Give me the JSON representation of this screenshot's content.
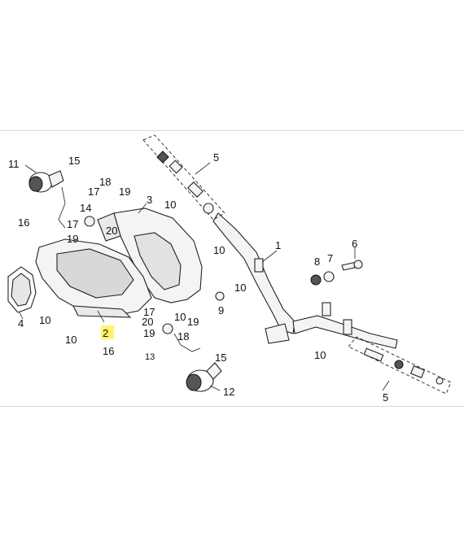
{
  "callouts": {
    "c1": "1",
    "c2": "2",
    "c3": "3",
    "c4": "4",
    "c5a": "5",
    "c5b": "5",
    "c6": "6",
    "c7": "7",
    "c8": "8",
    "c9": "9",
    "c10a": "10",
    "c10b": "10",
    "c10c": "10",
    "c10d": "10",
    "c10e": "10",
    "c10f": "10",
    "c10g": "10",
    "c11": "11",
    "c12": "12",
    "c13": "13",
    "c14": "14",
    "c15a": "15",
    "c15b": "15",
    "c16a": "16",
    "c16b": "16",
    "c17a": "17",
    "c17b": "17",
    "c17c": "17",
    "c18a": "18",
    "c18b": "18",
    "c19a": "19",
    "c19b": "19",
    "c19c": "19",
    "c19d": "19",
    "c20a": "20",
    "c20b": "20"
  },
  "highlight_color": "#fff36b"
}
